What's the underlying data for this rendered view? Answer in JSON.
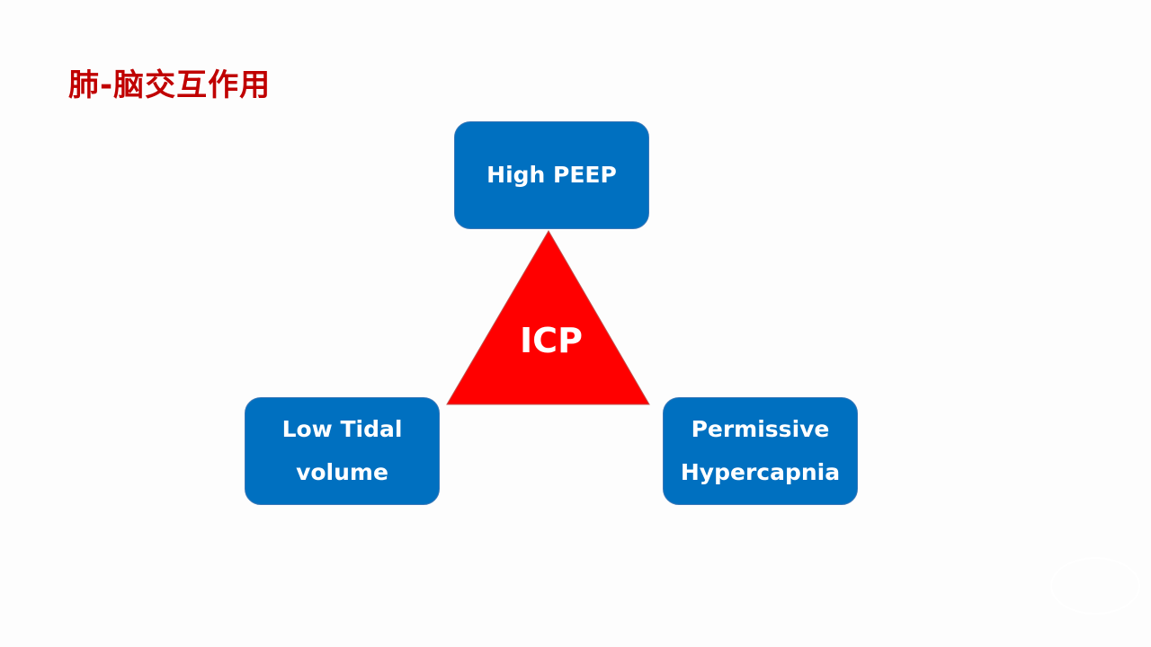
{
  "slide": {
    "title": "肺-脑交互作用",
    "center": {
      "label": "ICP",
      "color": "#ff0000"
    },
    "nodes": {
      "top": {
        "lines": [
          "High PEEP"
        ]
      },
      "left": {
        "lines": [
          "Low Tidal",
          "volume"
        ]
      },
      "right": {
        "lines": [
          "Permissive",
          "Hypercapnia"
        ]
      }
    },
    "colors": {
      "title": "#c00000",
      "box": "#0070c0",
      "triangle": "#ff0000"
    }
  }
}
